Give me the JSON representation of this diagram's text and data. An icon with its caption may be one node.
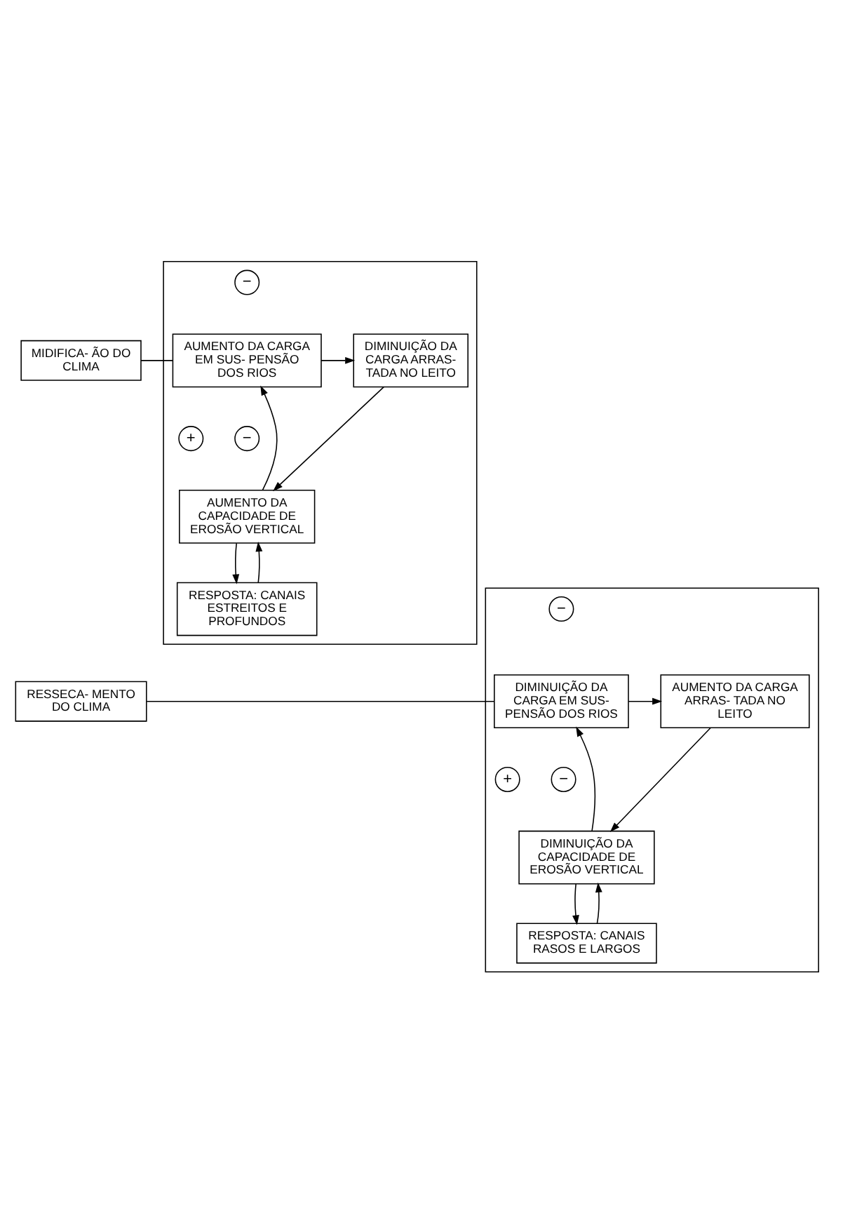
{
  "diagram": {
    "nodes": [
      {
        "text": [
          "MIDIFICA- ÃO DO CLIMA"
        ]
      },
      {
        "text": [],
        "shape": "box"
      },
      {
        "text": [
          "−"
        ],
        "in": 1
      },
      {
        "text": [
          "AUMENTO DA CARGA EM SUS- PENSÃO DOS RIOS"
        ],
        "in": 1
      },
      {
        "text": [
          "DIMINUIÇÃO DA CARGA ARRAS- TADA NO LEITO"
        ],
        "in": 1
      },
      {
        "text": [
          "+"
        ],
        "in": 1
      },
      {
        "text": [
          "−"
        ],
        "in": 1
      },
      {
        "text": [
          "AUMENTO DA CAPACIDADE DE EROSÃO VERTICAL"
        ],
        "in": 1
      },
      {
        "text": [
          "RESPOSTA: CANAIS ESTREITOS E PROFUNDOS"
        ],
        "in": 1
      },
      {
        "text": [
          "RESSECA- MENTO DO CLIMA"
        ]
      },
      {
        "text": [],
        "shape": "box"
      },
      {
        "text": [
          "−"
        ],
        "in": 10
      },
      {
        "text": [
          "DIMINUIÇÃO DA CARGA EM SUS- PENSÃO DOS RIOS"
        ],
        "in": 10
      },
      {
        "text": [
          "AUMENTO DA CARGA ARRAS- TADA NO LEITO"
        ],
        "in": 10
      },
      {
        "text": [
          "+"
        ],
        "in": 10
      },
      {
        "text": [
          "−"
        ],
        "in": 10
      },
      {
        "text": [
          "DIMINUIÇÃO DA CAPACIDADE DE EROSÃO VERTICAL"
        ],
        "in": 10
      },
      {
        "text": [
          "RESPOSTA: CANAIS RASOS E LARGOS"
        ],
        "in": 10
      }
    ],
    "edges": [
      {
        "from": 0,
        "to": 3,
        "arrow": "none"
      },
      {
        "from": 3,
        "to": 4,
        "arrow": "to"
      },
      {
        "from": 4,
        "to": 7,
        "arrow": "to"
      },
      {
        "from": 7,
        "to": 3,
        "arrow": "to"
      },
      {
        "from": 7,
        "to": 8,
        "arrow": "to"
      },
      {
        "from": 8,
        "to": 7,
        "arrow": "to"
      },
      {
        "from": 9,
        "to": 12,
        "arrow": "none"
      },
      {
        "from": 12,
        "to": 13,
        "arrow": "to"
      },
      {
        "from": 13,
        "to": 16,
        "arrow": "to"
      },
      {
        "from": 16,
        "to": 12,
        "arrow": "to"
      },
      {
        "from": 16,
        "to": 17,
        "arrow": "to"
      },
      {
        "from": 17,
        "to": 16,
        "arrow": "to"
      }
    ]
  }
}
